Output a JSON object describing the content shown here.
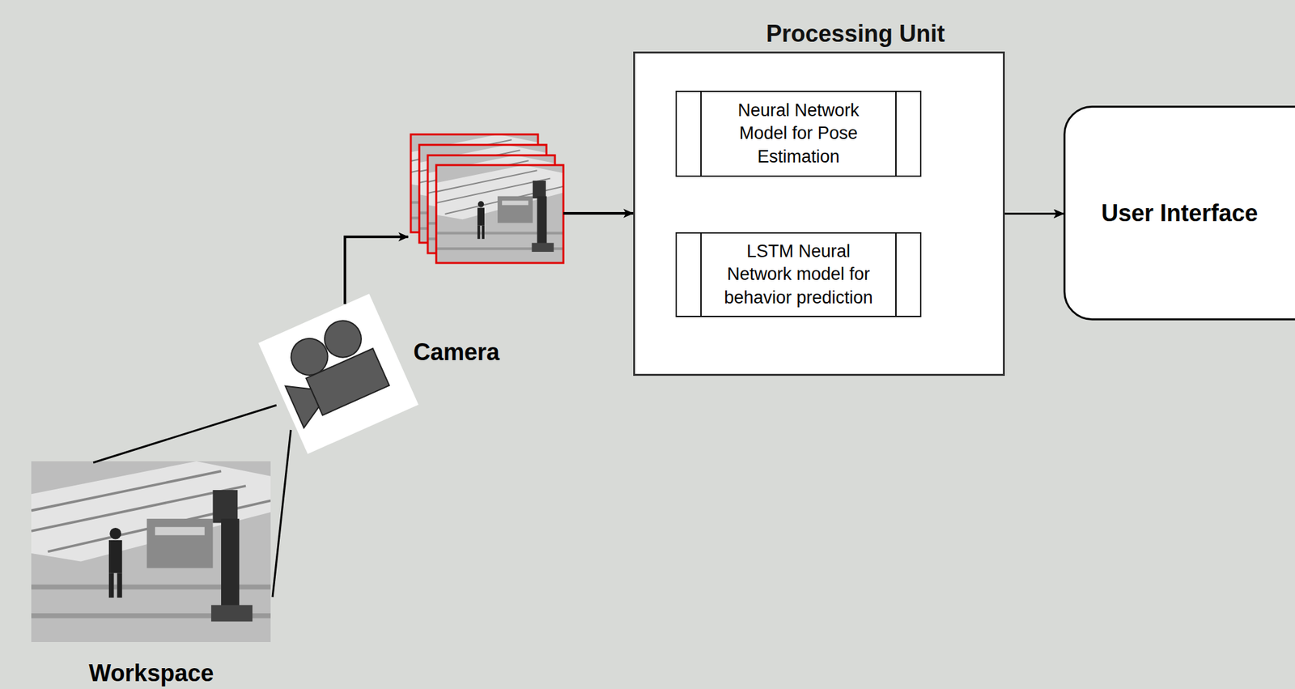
{
  "diagram": {
    "nodes": [
      {
        "text": [
          "Processing Unit"
        ]
      },
      {
        "text": [
          "Neural Network Model for Pose Estimation"
        ],
        "in": 0
      },
      {
        "text": [
          "LSTM Neural Network model for behavior prediction"
        ],
        "in": 0
      },
      {
        "text": [
          "User Interface"
        ]
      }
    ],
    "edges": [
      {
        "from": 0,
        "to": 1,
        "arrow": "to"
      },
      {
        "from": 0,
        "to": 2,
        "arrow": "to"
      },
      {
        "from": 1,
        "to": 3,
        "arrow": "to"
      },
      {
        "from": 2,
        "to": 3,
        "arrow": "to"
      },
      {
        "from": 2,
        "to": 2,
        "arrow": "to"
      }
    ],
    "labels": [
      "Workspace",
      "Camera"
    ]
  }
}
